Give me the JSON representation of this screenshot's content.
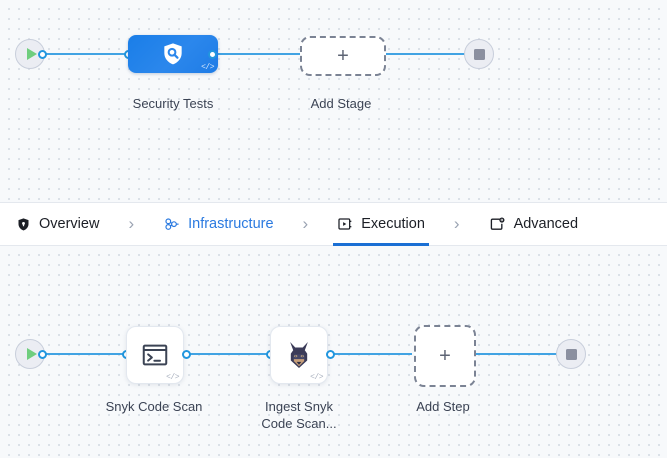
{
  "theme": {
    "edge_color": "#41a3e3",
    "accent_blue": "#2b7ae0",
    "active_tab_underline": "#1a6fd4",
    "stage_node_blue": "#2b87ec",
    "canvas_bg": "#f7f9fb",
    "grid_dot": "#d2d9e2",
    "play_green": "#6fce7e",
    "stop_gray": "#8b90a0"
  },
  "stage_graph": {
    "start_node": {
      "icon": "play-icon",
      "label": ""
    },
    "stage": {
      "icon": "shield-search-icon",
      "caption": "Security Tests",
      "badge": "</>"
    },
    "add_stage": {
      "plus": "+",
      "caption": "Add Stage"
    },
    "end_node": {
      "icon": "stop-icon",
      "label": ""
    }
  },
  "tabs": [
    {
      "id": "overview",
      "label": "Overview",
      "icon": "shield-icon",
      "state": "default"
    },
    {
      "id": "infrastructure",
      "label": "Infrastructure",
      "icon": "infrastructure-icon",
      "state": "link"
    },
    {
      "id": "execution",
      "label": "Execution",
      "icon": "execution-play-icon",
      "state": "active"
    },
    {
      "id": "advanced",
      "label": "Advanced",
      "icon": "advanced-gear-icon",
      "state": "default"
    }
  ],
  "tab_separator": "›",
  "step_graph": {
    "start_node": {
      "icon": "play-icon"
    },
    "steps": [
      {
        "id": "snyk-code-scan",
        "icon": "terminal-icon",
        "caption": "Snyk Code Scan",
        "badge": "</>"
      },
      {
        "id": "ingest-snyk-code-scan",
        "icon": "snyk-dog-icon",
        "caption": "Ingest Snyk\nCode Scan...",
        "badge": "</>"
      }
    ],
    "add_step": {
      "plus": "+",
      "caption": "Add Step"
    },
    "end_node": {
      "icon": "stop-icon"
    }
  }
}
